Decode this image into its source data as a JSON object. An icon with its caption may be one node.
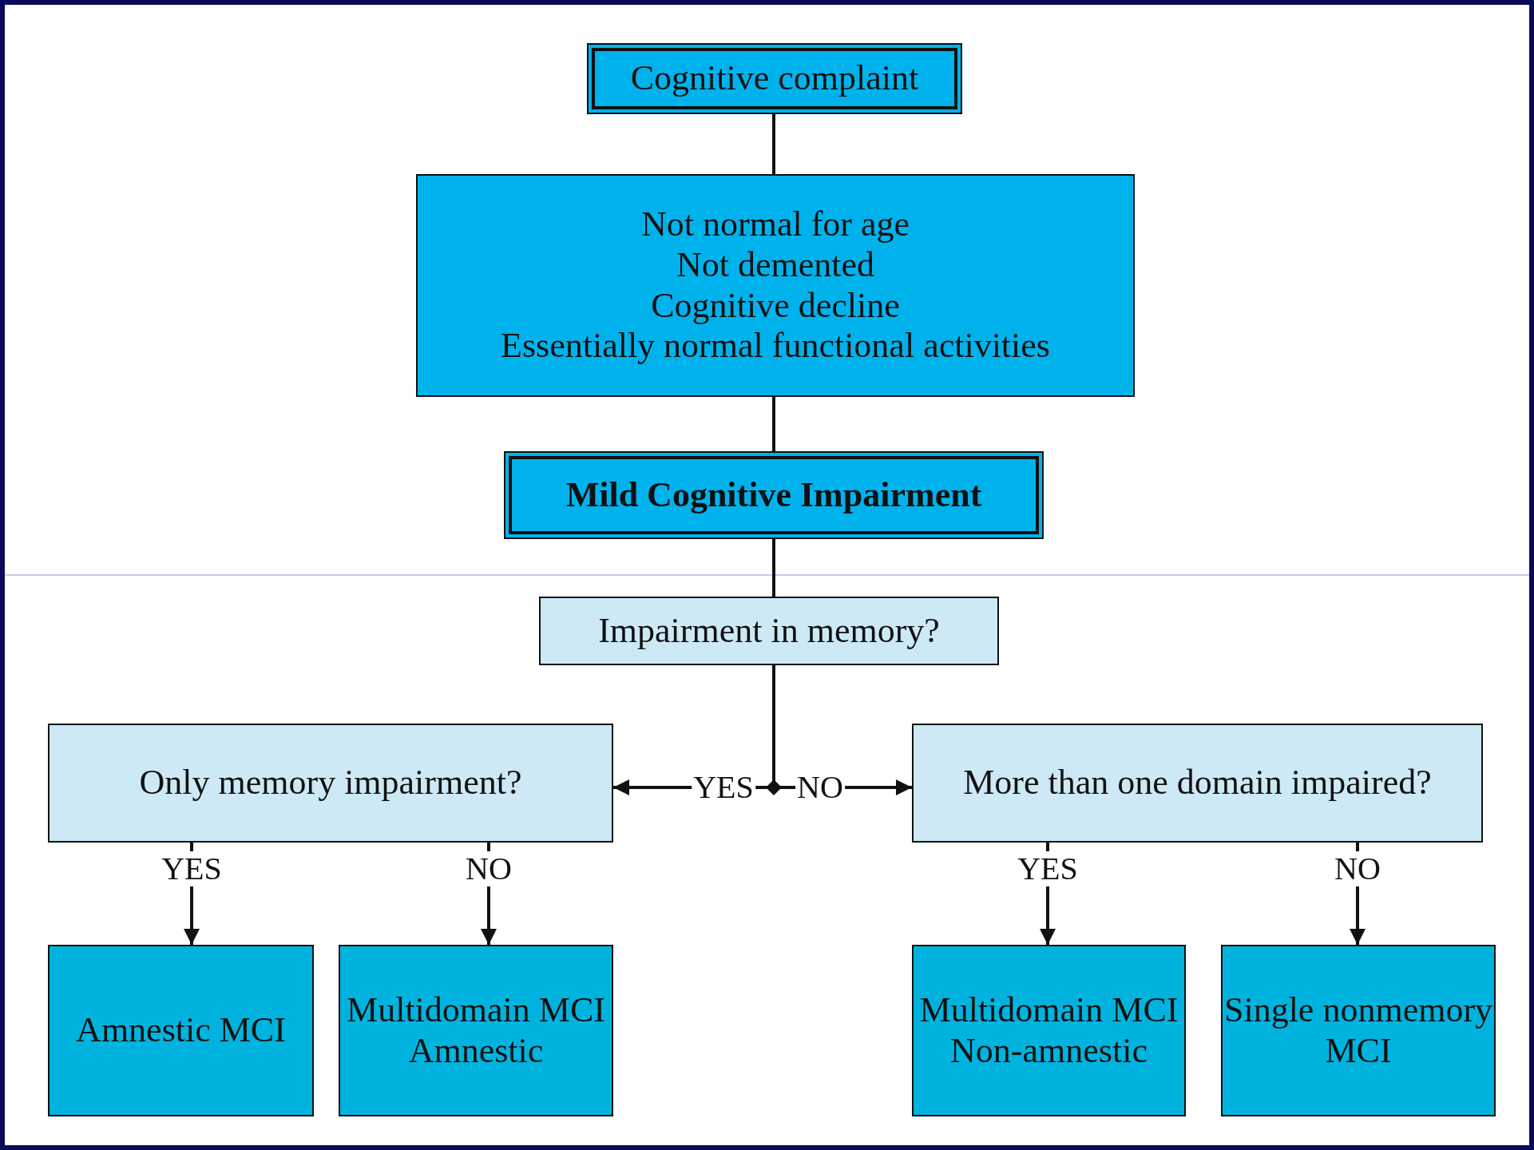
{
  "diagram": {
    "nodes": [
      {
        "text": [
          "Cognitive complaint"
        ]
      },
      {
        "text": [
          "Not normal for age",
          "Not demented",
          "Cognitive decline",
          "Essentially normal functional activities"
        ]
      },
      {
        "text": [
          "Mild Cognitive Impairment"
        ]
      },
      {
        "text": [
          "Impairment in memory?"
        ]
      },
      {
        "text": [
          "Only memory impairment?"
        ]
      },
      {
        "text": [
          "More than one domain impaired?"
        ]
      },
      {
        "text": [
          "Amnestic MCI"
        ]
      },
      {
        "text": [
          "Multidomain MCI Amnestic"
        ]
      },
      {
        "text": [
          "Multidomain MCI Non-amnestic"
        ]
      },
      {
        "text": [
          "Single nonmemory MCI"
        ]
      }
    ],
    "edges": [
      {
        "from": 0,
        "to": 1,
        "arrow": "none"
      },
      {
        "from": 1,
        "to": 2,
        "arrow": "none"
      },
      {
        "from": 2,
        "to": 3,
        "arrow": "none"
      },
      {
        "from": 3,
        "to": 4,
        "arrow": "to",
        "label": "YES"
      },
      {
        "from": 3,
        "to": 5,
        "arrow": "to",
        "label": "NO"
      },
      {
        "from": 4,
        "to": 6,
        "arrow": "to",
        "label": "YES"
      },
      {
        "from": 4,
        "to": 7,
        "arrow": "to",
        "label": "NO"
      },
      {
        "from": 5,
        "to": 8,
        "arrow": "to",
        "label": "YES"
      },
      {
        "from": 5,
        "to": 9,
        "arrow": "to",
        "label": "NO"
      }
    ]
  }
}
